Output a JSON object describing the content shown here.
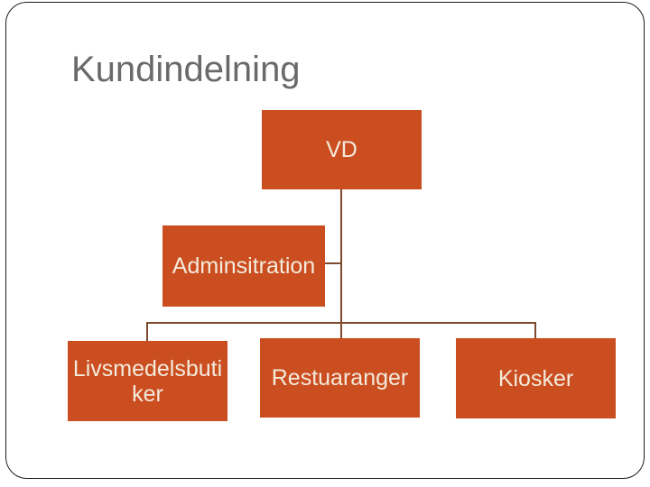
{
  "slide": {
    "title": "Kundindelning"
  },
  "colors": {
    "background": "#ffffff",
    "border": "#1b1b1b",
    "title_text": "#6a6a6a",
    "node_fill": "#CB4E21",
    "node_text": "#F3EBDC",
    "connector": "#7E4A2E"
  },
  "diagram": {
    "type": "org-chart",
    "nodes": {
      "vd": {
        "label": "VD",
        "level": 1
      },
      "adminsitration": {
        "label": "Adminsitration",
        "level": 2,
        "role": "assistant"
      },
      "livsmedelsbutiker": {
        "label": "Livsmedelsbutiker",
        "level": 3
      },
      "restuaranger": {
        "label": "Restuaranger",
        "level": 3
      },
      "kiosker": {
        "label": "Kiosker",
        "level": 3
      }
    },
    "hierarchy": {
      "root": "VD",
      "assistant_of_root": "Adminsitration",
      "children_of_root": [
        "Livsmedelsbutiker",
        "Restuaranger",
        "Kiosker"
      ]
    }
  }
}
